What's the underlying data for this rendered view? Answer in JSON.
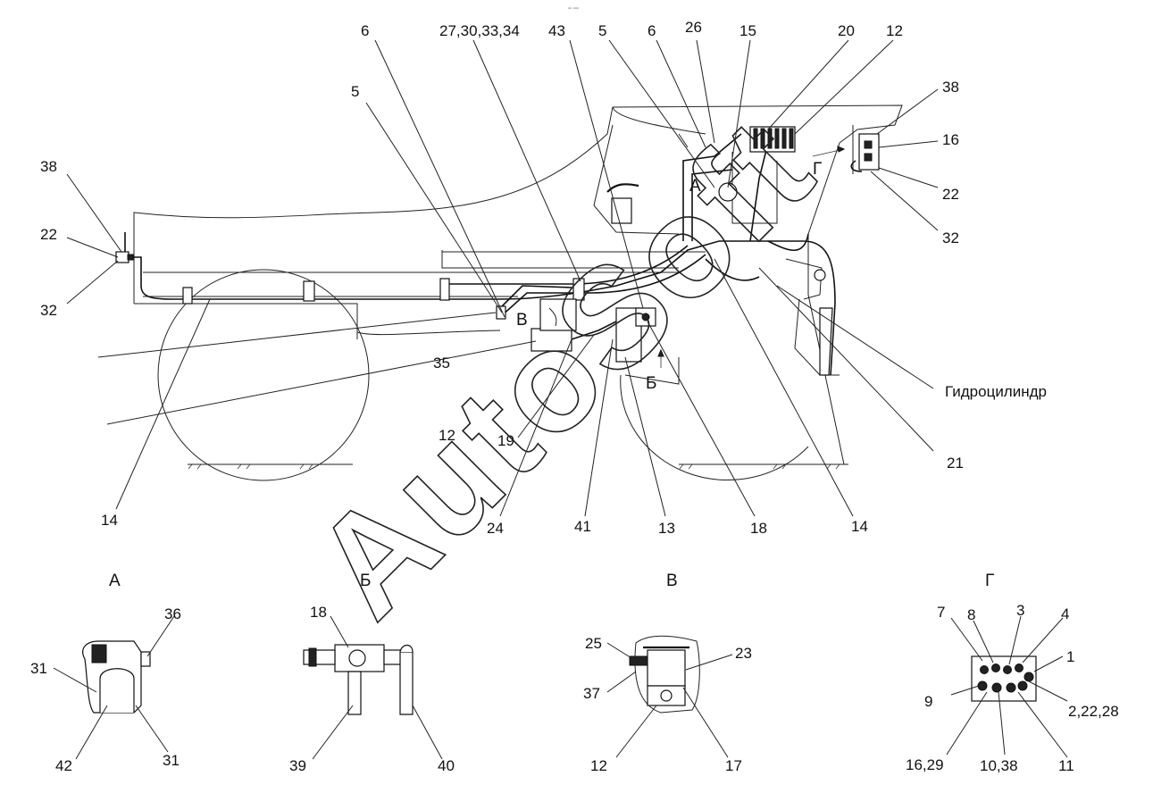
{
  "top_mark": "▫▫ ▫▫▫",
  "watermark": "AutoSoft",
  "view_letters": {
    "A": "А",
    "B": "Б",
    "V": "В",
    "G": "Г"
  },
  "hydraulic_cylinder": "Гидроцилиндр",
  "main_labels": [
    "6",
    "27,30,33,34",
    "43",
    "5",
    "6",
    "26",
    "15",
    "20",
    "12",
    "5",
    "38",
    "16",
    "22",
    "32",
    "38",
    "22",
    "32",
    "35",
    "12",
    "19",
    "14",
    "24",
    "41",
    "13",
    "18",
    "14",
    "21"
  ],
  "view_a_labels": [
    "36",
    "31",
    "42",
    "31"
  ],
  "view_b_labels": [
    "18",
    "39",
    "40"
  ],
  "view_v_labels": [
    "25",
    "23",
    "37",
    "12",
    "17"
  ],
  "view_g_labels": [
    "7",
    "8",
    "3",
    "4",
    "1",
    "9",
    "2,22,28",
    "16,29",
    "10,38",
    "11"
  ]
}
